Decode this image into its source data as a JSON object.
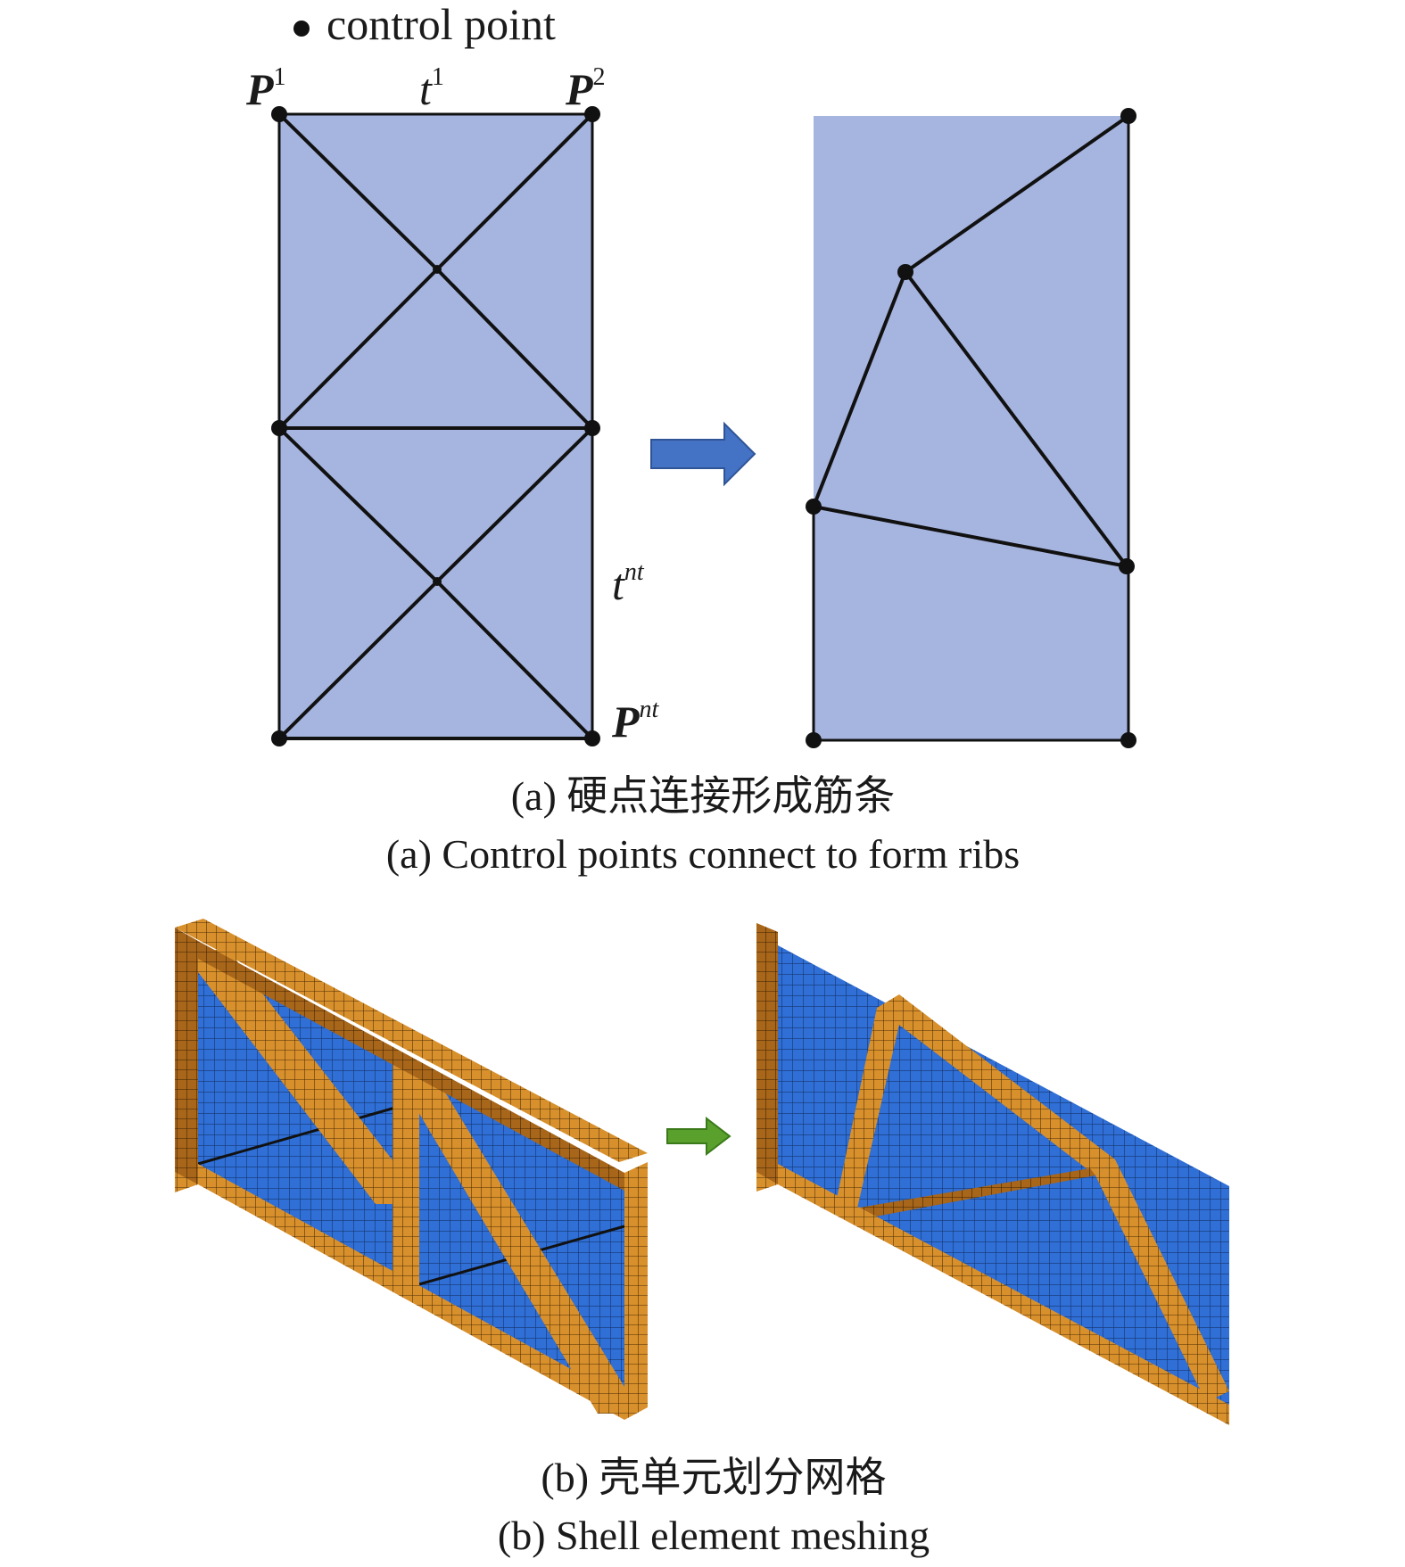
{
  "legend": {
    "text": "control point"
  },
  "labels": {
    "p1": {
      "base": "P",
      "sup": "1"
    },
    "p2": {
      "base": "P",
      "sup": "2"
    },
    "pnt": {
      "base": "P",
      "sup": "nt"
    },
    "t1": {
      "base": "t",
      "sup": "1"
    },
    "tnt": {
      "base": "t",
      "sup": "nt"
    }
  },
  "captions": {
    "a_cn": "(a) 硬点连接形成筋条",
    "a_en": "(a) Control points connect to form ribs",
    "b_cn": "(b) 壳单元划分网格",
    "b_en": "(b) Shell element meshing"
  },
  "colors": {
    "panel_fill": "#a6b5df",
    "arrow_a": "#4472c4",
    "arrow_b": "#5aa02c",
    "mesh_blue": "#2f6fd6",
    "rib_orange": "#d8902c"
  }
}
